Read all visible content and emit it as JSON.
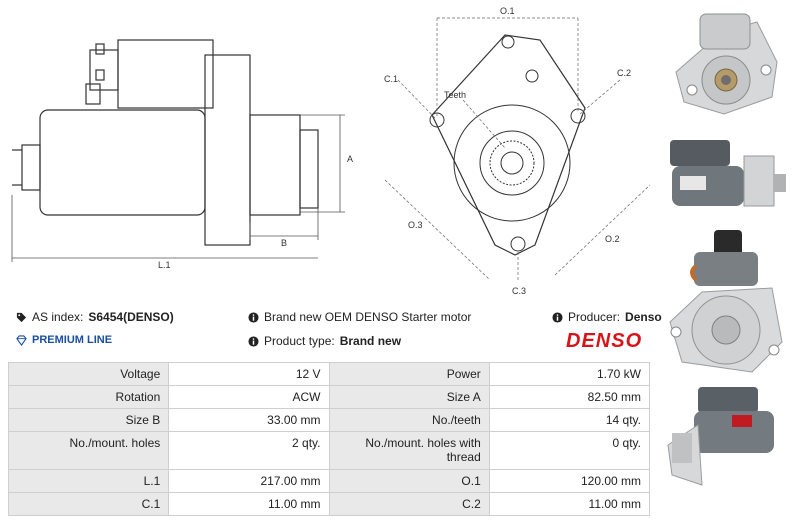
{
  "drawing_labels": {
    "left": {
      "A": "A",
      "B": "B",
      "L1": "L.1"
    },
    "front": {
      "O1": "O.1",
      "O2": "O.2",
      "O3": "O.3",
      "C1": "C.1",
      "C2": "C.2",
      "C3": "C.3",
      "teeth": "Teeth"
    }
  },
  "info": {
    "as_index_label": "AS index:",
    "as_index_value": "S6454(DENSO)",
    "description": "Brand new OEM DENSO Starter motor",
    "producer_label": "Producer:",
    "producer_value": "Denso",
    "premium": "PREMIUM LINE",
    "product_type_label": "Product type:",
    "product_type_value": "Brand new",
    "logo": "DENSO"
  },
  "specs": [
    [
      {
        "label": "Voltage",
        "value": "12 V"
      },
      {
        "label": "Power",
        "value": "1.70 kW"
      }
    ],
    [
      {
        "label": "Rotation",
        "value": "ACW"
      },
      {
        "label": "Size A",
        "value": "82.50 mm"
      }
    ],
    [
      {
        "label": "Size B",
        "value": "33.00 mm"
      },
      {
        "label": "No./teeth",
        "value": "14 qty."
      }
    ],
    [
      {
        "label": "No./mount. holes",
        "value": "2 qty."
      },
      {
        "label": "No./mount. holes with thread",
        "value": "0 qty."
      }
    ],
    [
      {
        "label": "L.1",
        "value": "217.00 mm"
      },
      {
        "label": "O.1",
        "value": "120.00 mm"
      }
    ],
    [
      {
        "label": "C.1",
        "value": "11.00 mm"
      },
      {
        "label": "C.2",
        "value": "11.00 mm"
      }
    ]
  ],
  "colors": {
    "brand_red": "#d7141a",
    "premium_blue": "#1a4fa0",
    "label_bg": "#e9e9e9"
  },
  "icons": {
    "tag": "tag-icon",
    "info": "info-icon",
    "diamond": "diamond-icon"
  }
}
